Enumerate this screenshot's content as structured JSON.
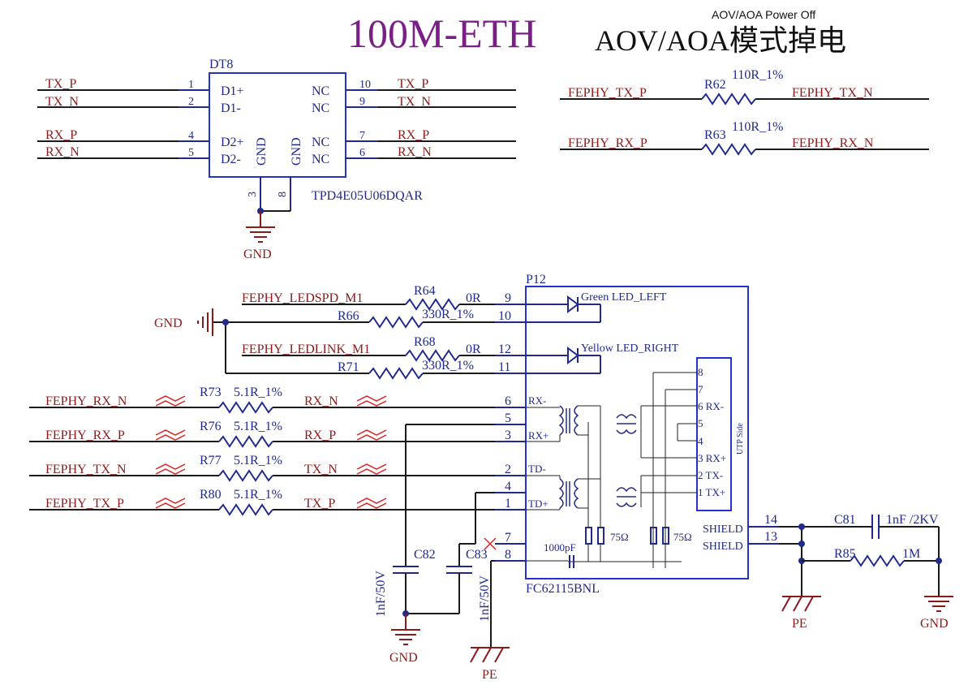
{
  "header": {
    "title": "100M-ETH",
    "subtitle": "AOV/AOA模式掉电",
    "note": "AOV/AOA Power Off"
  },
  "tvs": {
    "ref": "DT8",
    "part": "TPD4E05U06DQAR",
    "left_nets": [
      "TX_P",
      "TX_N",
      "RX_P",
      "RX_N"
    ],
    "left_pins": [
      "1",
      "2",
      "4",
      "5"
    ],
    "left_labels": [
      "D1+",
      "D1-",
      "D2+",
      "D2-"
    ],
    "right_nets": [
      "TX_P",
      "TX_N",
      "RX_P",
      "RX_N"
    ],
    "right_pins": [
      "10",
      "9",
      "7",
      "6"
    ],
    "right_labels": [
      "NC",
      "NC",
      "NC",
      "NC"
    ],
    "gnd_label": "GND",
    "bottom_pins": [
      "3",
      "8"
    ],
    "gnd": "GND"
  },
  "series_resistors": [
    {
      "ref": "R62",
      "value": "110R_1%",
      "left": "FEPHY_TX_P",
      "right": "FEPHY_TX_N"
    },
    {
      "ref": "R63",
      "value": "110R_1%",
      "left": "FEPHY_RX_P",
      "right": "FEPHY_RX_N"
    }
  ],
  "led": {
    "gnd": "GND",
    "spd_net": "FEPHY_LEDSPD_M1",
    "link_net": "FEPHY_LEDLINK_M1",
    "r64": {
      "ref": "R64",
      "value": "0R",
      "pin": "9"
    },
    "r66": {
      "ref": "R66",
      "value": "330R_1%",
      "pin": "10"
    },
    "r68": {
      "ref": "R68",
      "value": "0R",
      "pin": "12"
    },
    "r71": {
      "ref": "R71",
      "value": "330R_1%",
      "pin": "11"
    },
    "green": "Green LED_LEFT",
    "yellow": "Yellow LED_RIGHT"
  },
  "magjack": {
    "ref": "P12",
    "part": "FC62115BNL",
    "side_label": "UTP Side",
    "left_pins": [
      "6",
      "5",
      "3",
      "2",
      "4",
      "1",
      "7",
      "8"
    ],
    "left_labels": [
      "RX-",
      "RX+",
      "TD-",
      "TD+"
    ],
    "right_pins": [
      "8",
      "7",
      "6 RX-",
      "5",
      "4",
      "3 RX+",
      "2 TX-",
      "1 TX+"
    ],
    "res_values": [
      "75Ω",
      "75Ω"
    ],
    "cap": "1000pF",
    "shield": [
      "SHIELD",
      "SHIELD"
    ],
    "shield_pins": [
      "14",
      "13"
    ]
  },
  "line_resistors": [
    {
      "net_in": "FEPHY_RX_N",
      "ref": "R73",
      "value": "5.1R_1%",
      "net_out": "RX_N"
    },
    {
      "net_in": "FEPHY_RX_P",
      "ref": "R76",
      "value": "5.1R_1%",
      "net_out": "RX_P"
    },
    {
      "net_in": "FEPHY_TX_N",
      "ref": "R77",
      "value": "5.1R_1%",
      "net_out": "TX_N"
    },
    {
      "net_in": "FEPHY_TX_P",
      "ref": "R80",
      "value": "5.1R_1%",
      "net_out": "TX_P"
    }
  ],
  "caps": {
    "c82": {
      "ref": "C82",
      "value": "1nF/50V"
    },
    "c83": {
      "ref": "C83",
      "value": "1nF/50V"
    },
    "c81": {
      "ref": "C81",
      "value": "1nF /2KV"
    },
    "r85": {
      "ref": "R85",
      "value": "1M"
    }
  },
  "grounds": {
    "gnd": "GND",
    "pe": "PE"
  }
}
